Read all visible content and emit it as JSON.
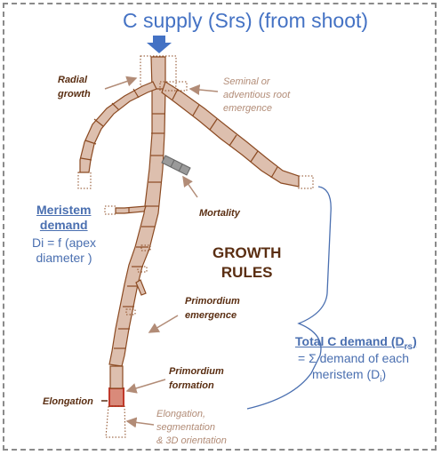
{
  "title": "C supply (Srs) (from shoot)",
  "labels": {
    "radial_growth_1": "Radial",
    "radial_growth_2": "growth",
    "seminal_1": "Seminal or",
    "seminal_2": "adventious root",
    "seminal_3": "emergence",
    "mortality": "Mortality",
    "meristem_1": "Meristem",
    "meristem_2": "demand",
    "di_1": "Di = f (apex",
    "di_2": "diameter )",
    "growth_1": "GROWTH",
    "growth_2": "RULES",
    "primordium_emergence_1": "Primordium",
    "primordium_emergence_2": "emergence",
    "total_c_main": "Total C demand (D",
    "total_c_sub": "rs",
    "total_c_close": ")",
    "sum_line": "= Σ demand of each",
    "meristem_line": "meristem (D",
    "meristem_sub": "i",
    "meristem_close": ")",
    "primordium_formation_1": "Primordium",
    "primordium_formation_2": "formation",
    "elongation": "Elongation",
    "elong_seg_1": "Elongation,",
    "elong_seg_2": "segmentation",
    "elong_seg_3": "& 3D orientation"
  },
  "colors": {
    "root_fill": "#ddbfae",
    "root_stroke": "#8b4a22",
    "dark_text": "#5a2e12",
    "light_text": "#b28c77",
    "blue_text": "#4a6fb0",
    "arrow_blue": "#4472c4",
    "dead_segment": "#999999",
    "primordium": "#c0392b"
  }
}
